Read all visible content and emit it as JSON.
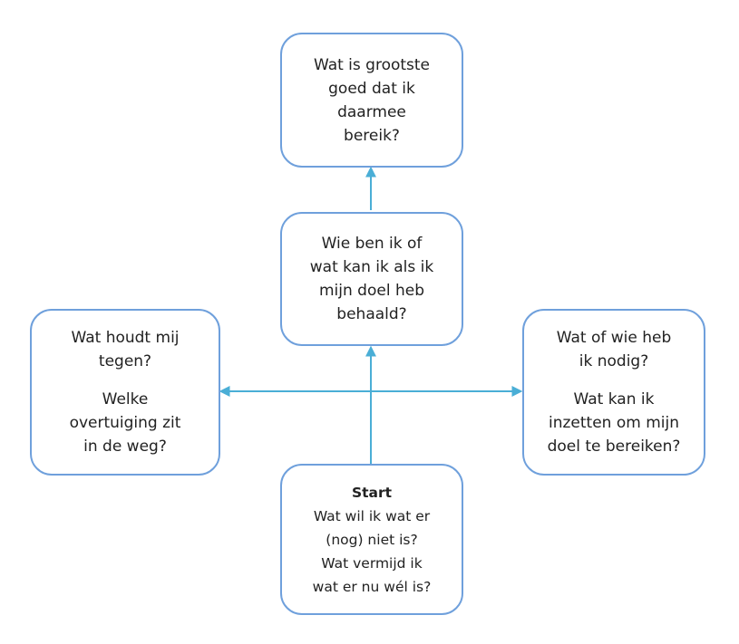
{
  "colors": {
    "box_border": "#6fa0dc",
    "connector": "#4aaed6"
  },
  "nodes": {
    "top": {
      "lines": [
        "Wat is grootste",
        "goed dat ik",
        "daarmee",
        "bereik?"
      ]
    },
    "middle": {
      "lines": [
        "Wie ben ik of",
        "wat kan ik als ik",
        "mijn doel heb",
        "behaald?"
      ]
    },
    "left": {
      "group1": [
        "Wat houdt mij",
        "tegen?"
      ],
      "group2": [
        "Welke",
        "overtuiging  zit",
        "in de weg?"
      ]
    },
    "right": {
      "group1": [
        "Wat of wie heb",
        "ik nodig?"
      ],
      "group2": [
        "Wat kan ik",
        "inzetten om mijn",
        "doel te bereiken?"
      ]
    },
    "start": {
      "heading": "Start",
      "lines": [
        "Wat wil ik wat er",
        "(nog) niet is?",
        "Wat vermijd ik",
        "wat er nu wél is?"
      ]
    }
  }
}
